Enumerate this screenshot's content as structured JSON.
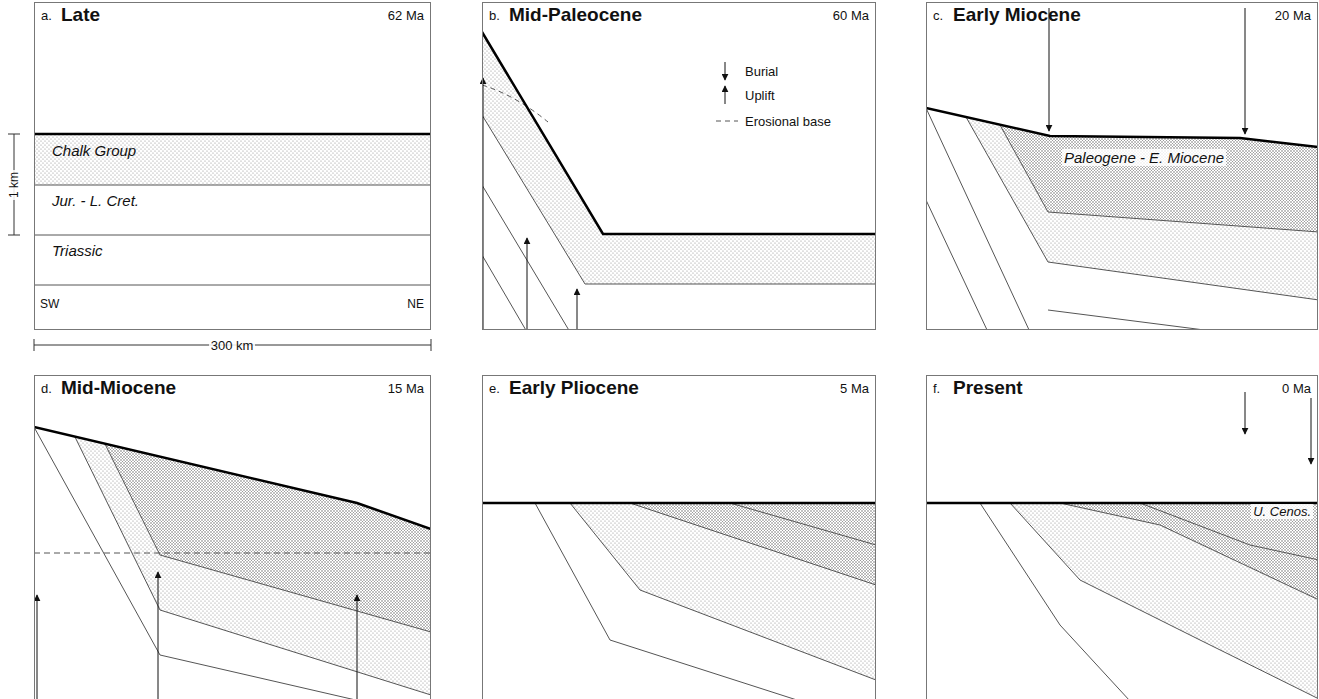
{
  "diagram": {
    "nodes": [
      {
        "text": [
          "a.",
          "Late",
          "62 Ma"
        ]
      },
      {
        "text": [
          "b.",
          "Mid-Paleocene",
          "60 Ma"
        ]
      },
      {
        "text": [
          "c.",
          "Early Miocene",
          "20 Ma"
        ]
      },
      {
        "text": [
          "d.",
          "Mid-Miocene",
          "15 Ma"
        ]
      },
      {
        "text": [
          "e.",
          "Early Pliocene",
          "5 Ma"
        ]
      },
      {
        "text": [
          "f.",
          "Present",
          "0 Ma"
        ]
      }
    ],
    "labels": [
      "Chalk Group",
      "Jur. - L. Cret.",
      "Triassic",
      "SW",
      "NE",
      "1 km",
      "300 km",
      "Paleogene - E. Miocene",
      "U. Cenos."
    ],
    "legend": [
      {
        "text": "Burial"
      },
      {
        "text": "Uplift"
      },
      {
        "text": "Erosional base"
      }
    ]
  }
}
